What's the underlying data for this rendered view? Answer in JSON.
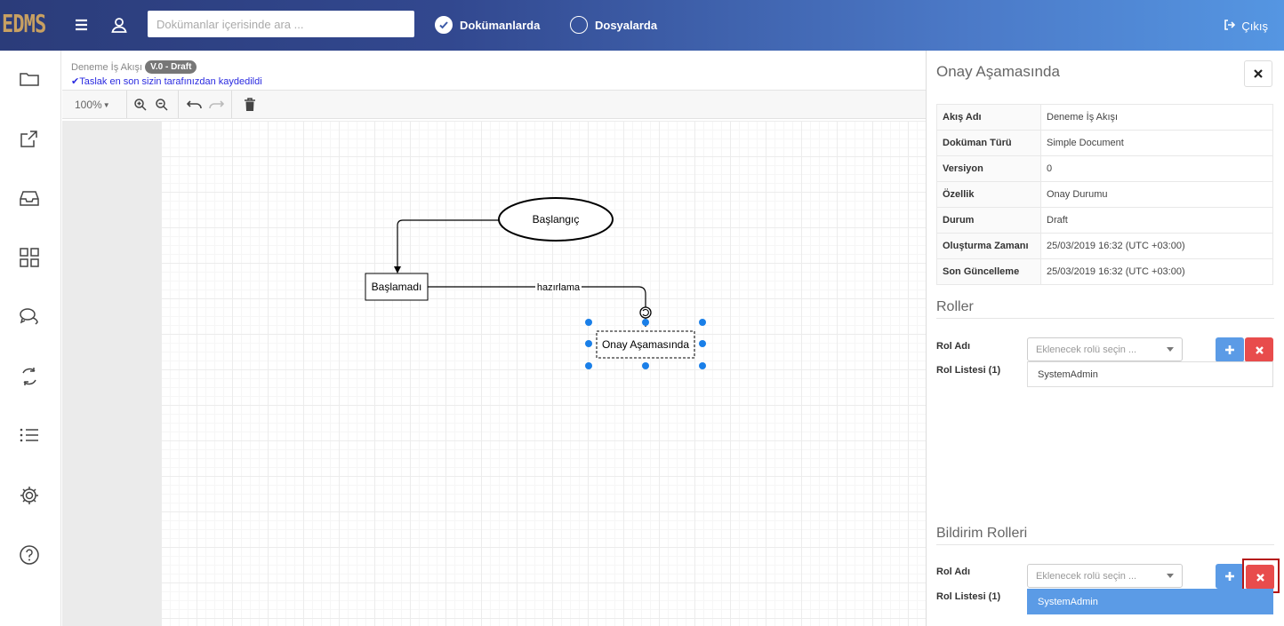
{
  "topbar": {
    "logo": "EDMS",
    "search_placeholder": "Dokümanlar içerisinde ara ...",
    "radio_documents": "Dokümanlarda",
    "radio_files": "Dosyalarda",
    "logout": "Çıkış"
  },
  "editor": {
    "workflow_name": "Deneme İş Akışı",
    "version_badge": "V.0 - Draft",
    "saved_message": "Taslak en son sizin tarafınızdan kaydedildi",
    "zoom": "100%"
  },
  "diagram": {
    "start_node": "Başlangıç",
    "state_not_started": "Başlamadı",
    "transition_label": "hazırlama",
    "state_approval": "Onay Aşamasında"
  },
  "panel": {
    "title": "Onay Aşamasında",
    "info": [
      {
        "key": "Akış Adı",
        "value": "Deneme İş Akışı"
      },
      {
        "key": "Doküman Türü",
        "value": "Simple Document"
      },
      {
        "key": "Versiyon",
        "value": "0"
      },
      {
        "key": "Özellik",
        "value": "Onay Durumu"
      },
      {
        "key": "Durum",
        "value": "Draft"
      },
      {
        "key": "Oluşturma Zamanı",
        "value": "25/03/2019 16:32 (UTC +03:00)"
      },
      {
        "key": "Son Güncelleme",
        "value": "25/03/2019 16:32 (UTC +03:00)"
      }
    ],
    "roles": {
      "title": "Roller",
      "role_name_label": "Rol Adı",
      "select_placeholder": "Eklenecek rolü seçin ...",
      "list_label": "Rol Listesi (1)",
      "items": [
        "SystemAdmin"
      ]
    },
    "notify_roles": {
      "title": "Bildirim Rolleri",
      "role_name_label": "Rol Adı",
      "select_placeholder": "Eklenecek rolü seçin ...",
      "list_label": "Rol Listesi (1)",
      "items": [
        "SystemAdmin"
      ]
    }
  },
  "colors": {
    "topbar_start": "#2b3c7a",
    "topbar_end": "#5596e2",
    "logo": "#c8a062",
    "button_blue": "#5b9be6",
    "button_red": "#e84c4c",
    "highlight": "#b51616",
    "selection_handle": "#1a7fe8"
  },
  "icons": {
    "menu": "hamburger-icon",
    "user": "user-icon",
    "logout": "sign-out-icon",
    "nav": [
      "folder-icon",
      "share-icon",
      "inbox-icon",
      "grid-icon",
      "comments-icon",
      "refresh-icon",
      "list-icon",
      "gear-icon",
      "help-icon"
    ]
  }
}
